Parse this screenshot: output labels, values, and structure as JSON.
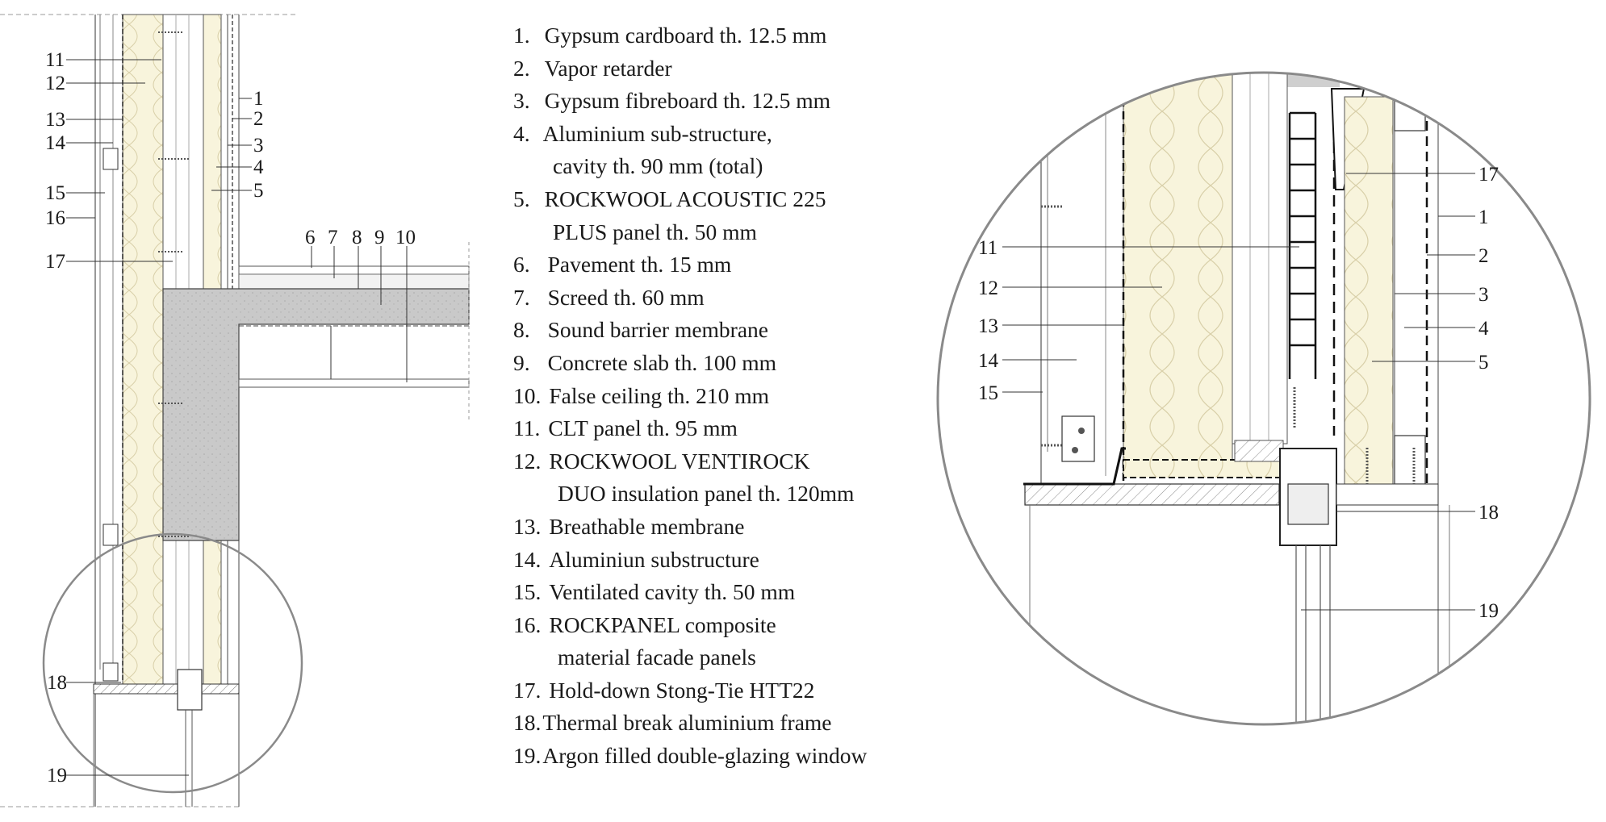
{
  "legend": {
    "lines": [
      {
        "num": "1.",
        "text": "Gypsum cardboard th. 12.5 mm",
        "gap": 18
      },
      {
        "num": "2.",
        "text": "Vapor retarder",
        "gap": 18
      },
      {
        "num": "3.",
        "text": "Gypsum fibreboard th. 12.5 mm",
        "gap": 18
      },
      {
        "num": "4.",
        "text": "Aluminium sub-structure,",
        "gap": 16
      },
      {
        "num": "",
        "text": "cavity th. 90 mm (total)",
        "gap": 0,
        "indent": 49
      },
      {
        "num": "5.",
        "text": "ROCKWOOL ACOUSTIC 225",
        "gap": 18
      },
      {
        "num": "",
        "text": "PLUS panel th. 50 mm",
        "gap": 0,
        "indent": 49
      },
      {
        "num": "6.",
        "text": "Pavement th. 15 mm",
        "gap": 22
      },
      {
        "num": "7.",
        "text": "Screed th. 60 mm",
        "gap": 22
      },
      {
        "num": "8.",
        "text": "Sound barrier membrane",
        "gap": 22
      },
      {
        "num": "9.",
        "text": "Concrete slab th. 100 mm",
        "gap": 22
      },
      {
        "num": "10.",
        "text": "False ceiling th. 210 mm",
        "gap": 10
      },
      {
        "num": "11.",
        "text": "CLT panel th. 95 mm",
        "gap": 10
      },
      {
        "num": "12.",
        "text": "ROCKWOOL VENTIROCK",
        "gap": 10
      },
      {
        "num": "",
        "text": "DUO insulation panel th. 120mm",
        "gap": 0,
        "indent": 55
      },
      {
        "num": "13.",
        "text": "Breathable membrane",
        "gap": 10
      },
      {
        "num": "14.",
        "text": "Aluminiun substructure",
        "gap": 10
      },
      {
        "num": "15.",
        "text": "Ventilated cavity th. 50 mm",
        "gap": 10
      },
      {
        "num": "16.",
        "text": "ROCKPANEL composite",
        "gap": 10
      },
      {
        "num": "",
        "text": "material facade panels",
        "gap": 0,
        "indent": 55
      },
      {
        "num": "17.",
        "text": "Hold-down Stong-Tie HTT22",
        "gap": 10
      },
      {
        "num": "18.",
        "text": "Thermal break aluminium frame",
        "gap": 2
      },
      {
        "num": "19.",
        "text": "Argon filled double-glazing window",
        "gap": 2
      }
    ]
  },
  "section_labels": {
    "l11": "11",
    "l12": "12",
    "l13": "13",
    "l14": "14",
    "l15": "15",
    "l16": "16",
    "l17": "17",
    "l18": "18",
    "l19": "19",
    "r1": "1",
    "r2": "2",
    "r3": "3",
    "r4": "4",
    "r5": "5",
    "t6": "6",
    "t7": "7",
    "t8": "8",
    "t9": "9",
    "t10": "10"
  },
  "detail_labels": {
    "d11": "11",
    "d12": "12",
    "d13": "13",
    "d14": "14",
    "d15": "15",
    "d17": "17",
    "d1": "1",
    "d2": "2",
    "d3": "3",
    "d4": "4",
    "d5": "5",
    "d18": "18",
    "d19": "19"
  },
  "colors": {
    "insulation": "#f8f4dc",
    "concrete": "#c9c9c9",
    "line": "#333333",
    "circle": "#8a8a8a"
  }
}
